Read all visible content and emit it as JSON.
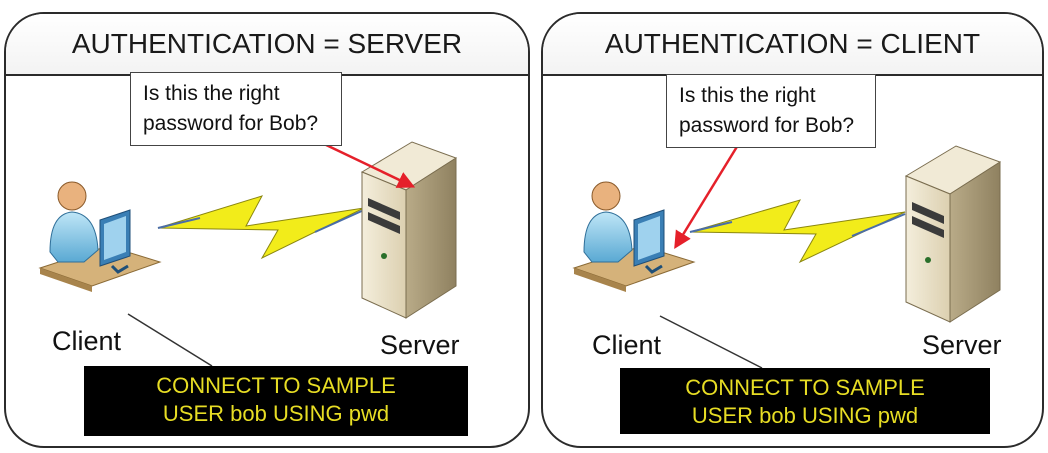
{
  "panels": [
    {
      "title": "AUTHENTICATION = SERVER",
      "callout_lines": [
        "Is this the right",
        "password for Bob?"
      ],
      "client_label": "Client",
      "server_label": "Server",
      "command_lines": [
        "CONNECT TO SAMPLE",
        "USER bob USING pwd"
      ]
    },
    {
      "title": "AUTHENTICATION = CLIENT",
      "callout_lines": [
        "Is this the right",
        "password for Bob?"
      ],
      "client_label": "Client",
      "server_label": "Server",
      "command_lines": [
        "CONNECT TO SAMPLE",
        "USER bob USING pwd"
      ]
    }
  ],
  "colors": {
    "arrow": "#e5202a",
    "lightning": "#f2ec1a",
    "command_text": "#e7dd24",
    "command_bg": "#000000",
    "server_body": "#e9dfc6"
  },
  "icons": [
    "user-at-workstation-icon",
    "server-tower-icon",
    "lightning-link-icon",
    "red-arrow-icon"
  ]
}
